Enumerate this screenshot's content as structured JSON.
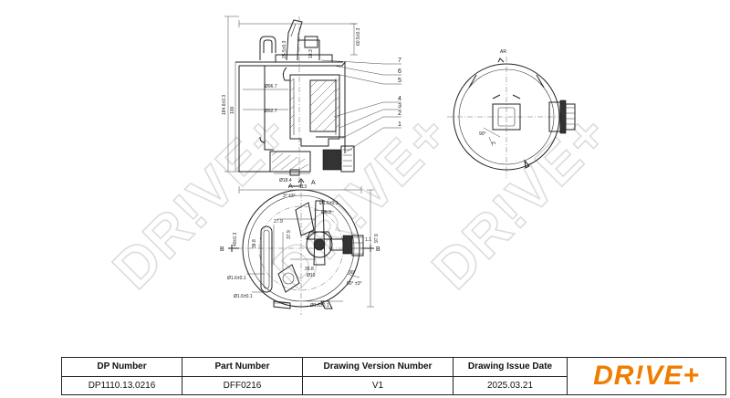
{
  "watermark": [
    "DR!VE+",
    "DR!VE+",
    "DR!VE+"
  ],
  "drawing": {
    "section_labels": [
      "A",
      "A",
      "B",
      "B"
    ],
    "dimensions": [
      "184.6±0.3",
      "100",
      "Ø96.7",
      "Ø92.7",
      "Ø18.4",
      "25.5±0.3",
      "18.3",
      "60.5±0.3",
      "113",
      "Ø1.6±0.1",
      "Ø6.3",
      "3° ±3°",
      "27.9",
      "37.9",
      "38.8",
      "40±0.3",
      "35.8",
      "Ø10",
      "Ø1.6±0.1",
      "Ø1.6±0.1",
      "Ø1.6±0.1",
      "97.9",
      "90°",
      "80° ±3°",
      "1.1",
      "90°",
      "3"
    ],
    "callouts": [
      "7",
      "6",
      "5",
      "4",
      "3",
      "2",
      "1"
    ],
    "view_label": "AR"
  },
  "title_block": {
    "headers": [
      "DP Number",
      "Part Number",
      "Drawing Version Number",
      "Drawing Issue Date"
    ],
    "values": [
      "DP1110.13.0216",
      "DFF0216",
      "V1",
      "2025.03.21"
    ],
    "logo_text": "DR!VE+",
    "logo_color": "#f07d00"
  }
}
